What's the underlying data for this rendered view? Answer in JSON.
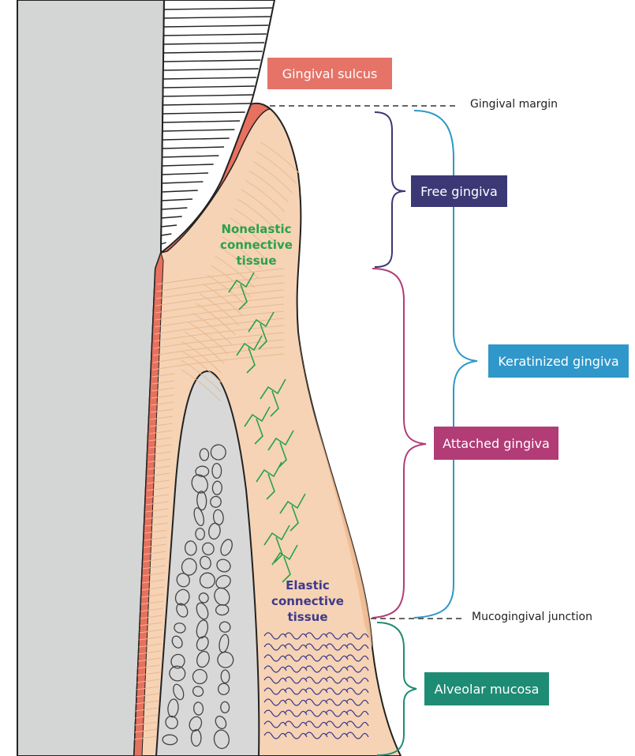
{
  "labels": {
    "gingival_sulcus": "Gingival sulcus",
    "gingival_margin": "Gingival margin",
    "free_gingiva": "Free gingiva",
    "keratinized_gingiva": "Keratinized gingiva",
    "attached_gingiva": "Attached gingiva",
    "mucogingival_junction": "Mucogingival junction",
    "alveolar_mucosa": "Alveolar mucosa",
    "nonelastic_tissue": [
      "Nonelastic",
      "connective",
      "tissue"
    ],
    "elastic_tissue": [
      "Elastic",
      "connective",
      "tissue"
    ]
  },
  "colors": {
    "gingival_sulcus": "#e57368",
    "free_gingiva": "#3c3875",
    "keratinized_gingiva": "#2f97c9",
    "attached_gingiva": "#b13c76",
    "alveolar_mucosa": "#1e8c74",
    "nonelastic_fibers": "#2aa24a",
    "elastic_fibers": "#3d3a8c",
    "tooth": "#d4d6d5",
    "gingiva": "#f6d3b5",
    "bone": "#d7d8d7",
    "epithelium": "#e8705f"
  }
}
